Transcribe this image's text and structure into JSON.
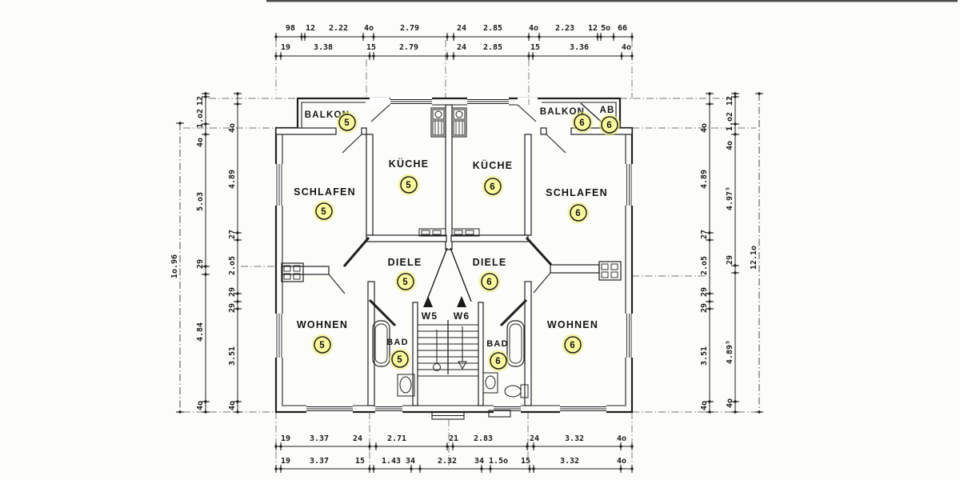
{
  "plan": {
    "rooms": [
      {
        "id": "balkon-5",
        "label": "BALKON",
        "number": "5"
      },
      {
        "id": "balkon-6",
        "label": "BALKON",
        "number": "6"
      },
      {
        "id": "ab-6",
        "label": "AB",
        "number": "6"
      },
      {
        "id": "schlafen-5",
        "label": "SCHLAFEN",
        "number": "5"
      },
      {
        "id": "kueche-5",
        "label": "KÜCHE",
        "number": "5"
      },
      {
        "id": "kueche-6",
        "label": "KÜCHE",
        "number": "6"
      },
      {
        "id": "schlafen-6",
        "label": "SCHLAFEN",
        "number": "6"
      },
      {
        "id": "diele-5",
        "label": "DIELE",
        "number": "5"
      },
      {
        "id": "diele-6",
        "label": "DIELE",
        "number": "6"
      },
      {
        "id": "wohnen-5",
        "label": "WOHNEN",
        "number": "5"
      },
      {
        "id": "wohnen-6",
        "label": "WOHNEN",
        "number": "6"
      },
      {
        "id": "bad-5",
        "label": "BAD",
        "number": "5"
      },
      {
        "id": "bad-6",
        "label": "BAD",
        "number": "6"
      }
    ],
    "stair": {
      "left": "W5",
      "right": "W6"
    }
  },
  "dimensions": {
    "top_row1": [
      "98",
      "12",
      "2.22",
      "4o",
      "2.79",
      "24",
      "2.85",
      "4o",
      "2.23",
      "12",
      "5o",
      "66"
    ],
    "top_row2": [
      "19",
      "3.38",
      "15",
      "2.79",
      "24",
      "2.85",
      "15",
      "3.36",
      "4o"
    ],
    "bottom_row1": [
      "19",
      "3.37",
      "24",
      "2.71",
      "21",
      "2.83",
      "24",
      "3.32",
      "4o"
    ],
    "bottom_row2": [
      "19",
      "3.37",
      "15",
      "1.43",
      "34",
      "2.32",
      "34",
      "1.5o",
      "15",
      "3.32",
      "4o"
    ],
    "left_outer": [
      "1o.96"
    ],
    "left_middle": [
      "12",
      "1.o2",
      "4o",
      "5.o3",
      "29",
      "4.84",
      "4o"
    ],
    "left_inner": [
      "4o",
      "4.89",
      "27",
      "2.o5",
      "29",
      "29",
      "3.51",
      "4o"
    ],
    "right_inner": [
      "4o",
      "4.89",
      "27",
      "2.o5",
      "29",
      "29",
      "3.51",
      "4o"
    ],
    "right_middle": [
      "12",
      "1.o2",
      "4o",
      "4.97⁵",
      "29",
      "4.89⁵",
      "4o"
    ],
    "right_outer": [
      "12.1o"
    ]
  },
  "colors": {
    "highlight": "#f1ef6e",
    "highlight_fill": "#fbf99d",
    "ink": "#1f1f1f",
    "paper": "#fcfcf9"
  }
}
